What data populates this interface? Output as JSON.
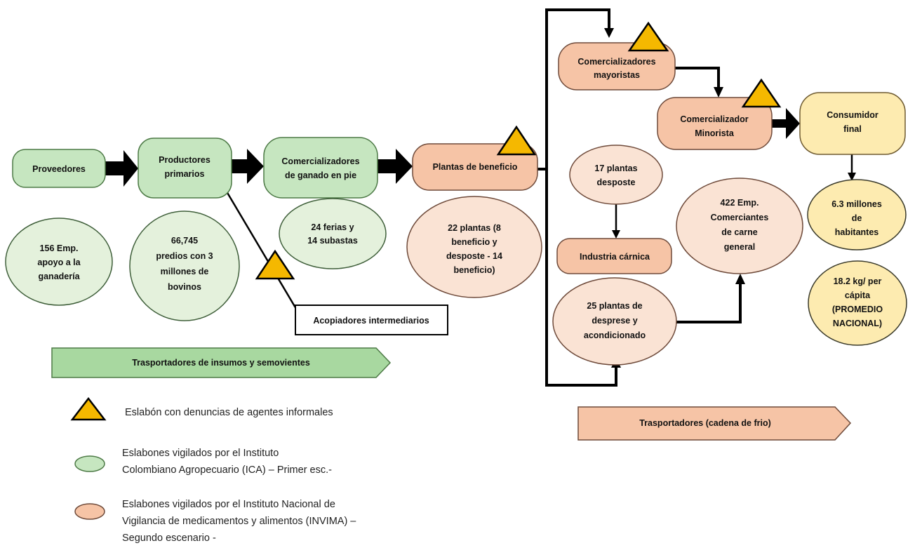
{
  "colors": {
    "green_fill": "#c6e6c0",
    "green_stroke": "#4d7a46",
    "green_light_fill": "#e4f1dc",
    "green_light_stroke": "#3f5f3a",
    "salmon_fill": "#f6c4a6",
    "salmon_stroke": "#6e4a3a",
    "salmon_light_fill": "#fae3d4",
    "yellow_fill": "#fdebb0",
    "triangle": "#f5b800",
    "arrow": "#000000"
  },
  "nodes": {
    "proveedores": [
      "Proveedores"
    ],
    "productores": [
      "Productores",
      "primarios"
    ],
    "comercializadores_ganado": [
      "Comercializadores",
      "de ganado en pie"
    ],
    "plantas_beneficio": [
      "Plantas de beneficio"
    ],
    "comercializadores_mayoristas": [
      "Comercializadores",
      "mayoristas"
    ],
    "comercializador_minorista": [
      "Comercializador",
      "Minorista"
    ],
    "consumidor_final": [
      "Consumidor",
      "final"
    ],
    "industria_carnica": [
      "Industria cárnica"
    ],
    "acopiadores": [
      "Acopiadores intermediarios"
    ]
  },
  "ellipses": {
    "emp_apoyo": [
      "156 Emp.",
      "apoyo a la",
      "ganadería"
    ],
    "predios": [
      "66,745",
      "predios con 3",
      "millones de",
      "bovinos"
    ],
    "ferias": [
      "24 ferias y",
      "14 subastas"
    ],
    "plantas_22": [
      "22 plantas (8",
      "beneficio y",
      "desposte - 14",
      "beneficio)"
    ],
    "plantas_17": [
      "17 plantas",
      "desposte"
    ],
    "plantas_25": [
      "25 plantas de",
      "desprese y",
      "acondicionado"
    ],
    "emp_422": [
      "422 Emp.",
      "Comerciantes",
      "de carne",
      "general"
    ],
    "habitantes": [
      "6.3 millones",
      "de",
      "habitantes"
    ],
    "per_capita": [
      "18.2 kg/ per",
      "cápita",
      "(PROMEDIO",
      "NACIONAL)"
    ]
  },
  "banners": {
    "insumos": "Trasportadores de insumos y semovientes",
    "cadena_frio": "Trasportadores (cadena de frio)"
  },
  "legend": {
    "triangle": [
      "Eslabón con denuncias de agentes informales"
    ],
    "green": [
      "Eslabones vigilados por el Instituto",
      "Colombiano Agropecuario (ICA) –  Primer esc.-"
    ],
    "salmon": [
      "Eslabones vigilados por el Instituto Nacional de",
      "Vigilancia de medicamentos y alimentos (INVIMA) –",
      "Segundo escenario -"
    ]
  }
}
